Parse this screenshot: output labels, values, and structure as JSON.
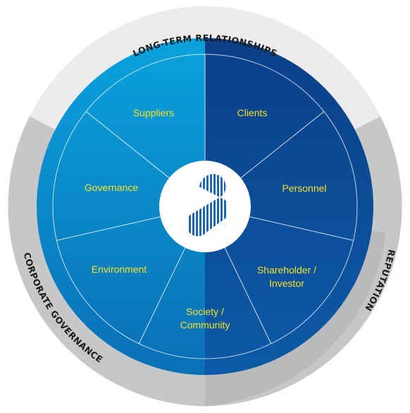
{
  "outer_ring": {
    "top": "LONG-TERM RELATIONSHIPS",
    "right": "REPUTATION",
    "left": "CORPORATE GOVERNANCE"
  },
  "segments": {
    "clients": "Clients",
    "personnel": "Personnel",
    "shareholder_line1": "Shareholder /",
    "shareholder_line2": "Investor",
    "society_line1": "Society /",
    "society_line2": "Community",
    "environment": "Environment",
    "governance": "Governance",
    "suppliers": "Suppliers"
  },
  "colors": {
    "ring_light": "#ececed",
    "ring_gray": "#c6c7c9",
    "left_blue": "#0b85c6",
    "right_blue": "#0b4a97",
    "label_yellow": "#f5e227",
    "logo_blue": "#1c67b0"
  },
  "center_logo": "company-s-logo"
}
